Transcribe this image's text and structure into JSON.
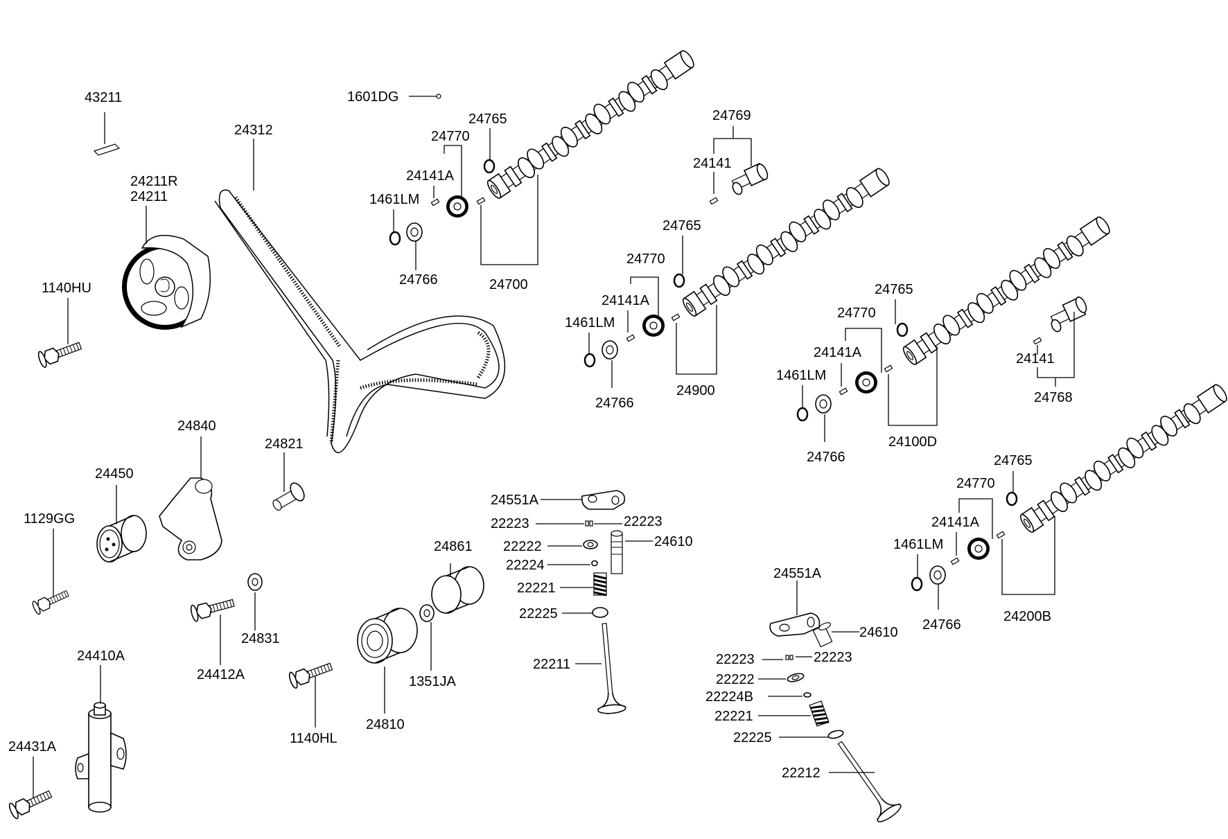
{
  "labels": {
    "p43211": "43211",
    "p24312": "24312",
    "p1601DG": "1601DG",
    "p24211R": "24211R",
    "p24211": "24211",
    "p1140HU": "1140HU",
    "p24840": "24840",
    "p24821": "24821",
    "p24450": "24450",
    "p1129GG": "1129GG",
    "p24831": "24831",
    "p24412A": "24412A",
    "p24410A": "24410A",
    "p24431A": "24431A",
    "p1140HL": "1140HL",
    "p24810": "24810",
    "p24861": "24861",
    "p1351JA": "1351JA",
    "c1_24765": "24765",
    "c1_24770": "24770",
    "c1_24141A": "24141A",
    "c1_1461LM": "1461LM",
    "c1_24766": "24766",
    "c1_24700": "24700",
    "p24769": "24769",
    "p24141_top": "24141",
    "c2_24765": "24765",
    "c2_24770": "24770",
    "c2_24141A": "24141A",
    "c2_1461LM": "1461LM",
    "c2_24766": "24766",
    "c2_24900": "24900",
    "c3_24765": "24765",
    "c3_24770": "24770",
    "c3_24141A": "24141A",
    "c3_1461LM": "1461LM",
    "c3_24766": "24766",
    "c3_24100D": "24100D",
    "p24141_right": "24141",
    "p24768": "24768",
    "c4_24765": "24765",
    "c4_24770": "24770",
    "c4_24141A": "24141A",
    "c4_1461LM": "1461LM",
    "c4_24766": "24766",
    "c4_24200B": "24200B",
    "v1_24551A": "24551A",
    "v1_22223L": "22223",
    "v1_22223R": "22223",
    "v1_24610": "24610",
    "v1_22222": "22222",
    "v1_22224": "22224",
    "v1_22221": "22221",
    "v1_22225": "22225",
    "v1_22211": "22211",
    "v2_24551A": "24551A",
    "v2_24610": "24610",
    "v2_22223L": "22223",
    "v2_22223R": "22223",
    "v2_22222": "22222",
    "v2_22224B": "22224B",
    "v2_22221": "22221",
    "v2_22225": "22225",
    "v2_22212": "22212"
  }
}
